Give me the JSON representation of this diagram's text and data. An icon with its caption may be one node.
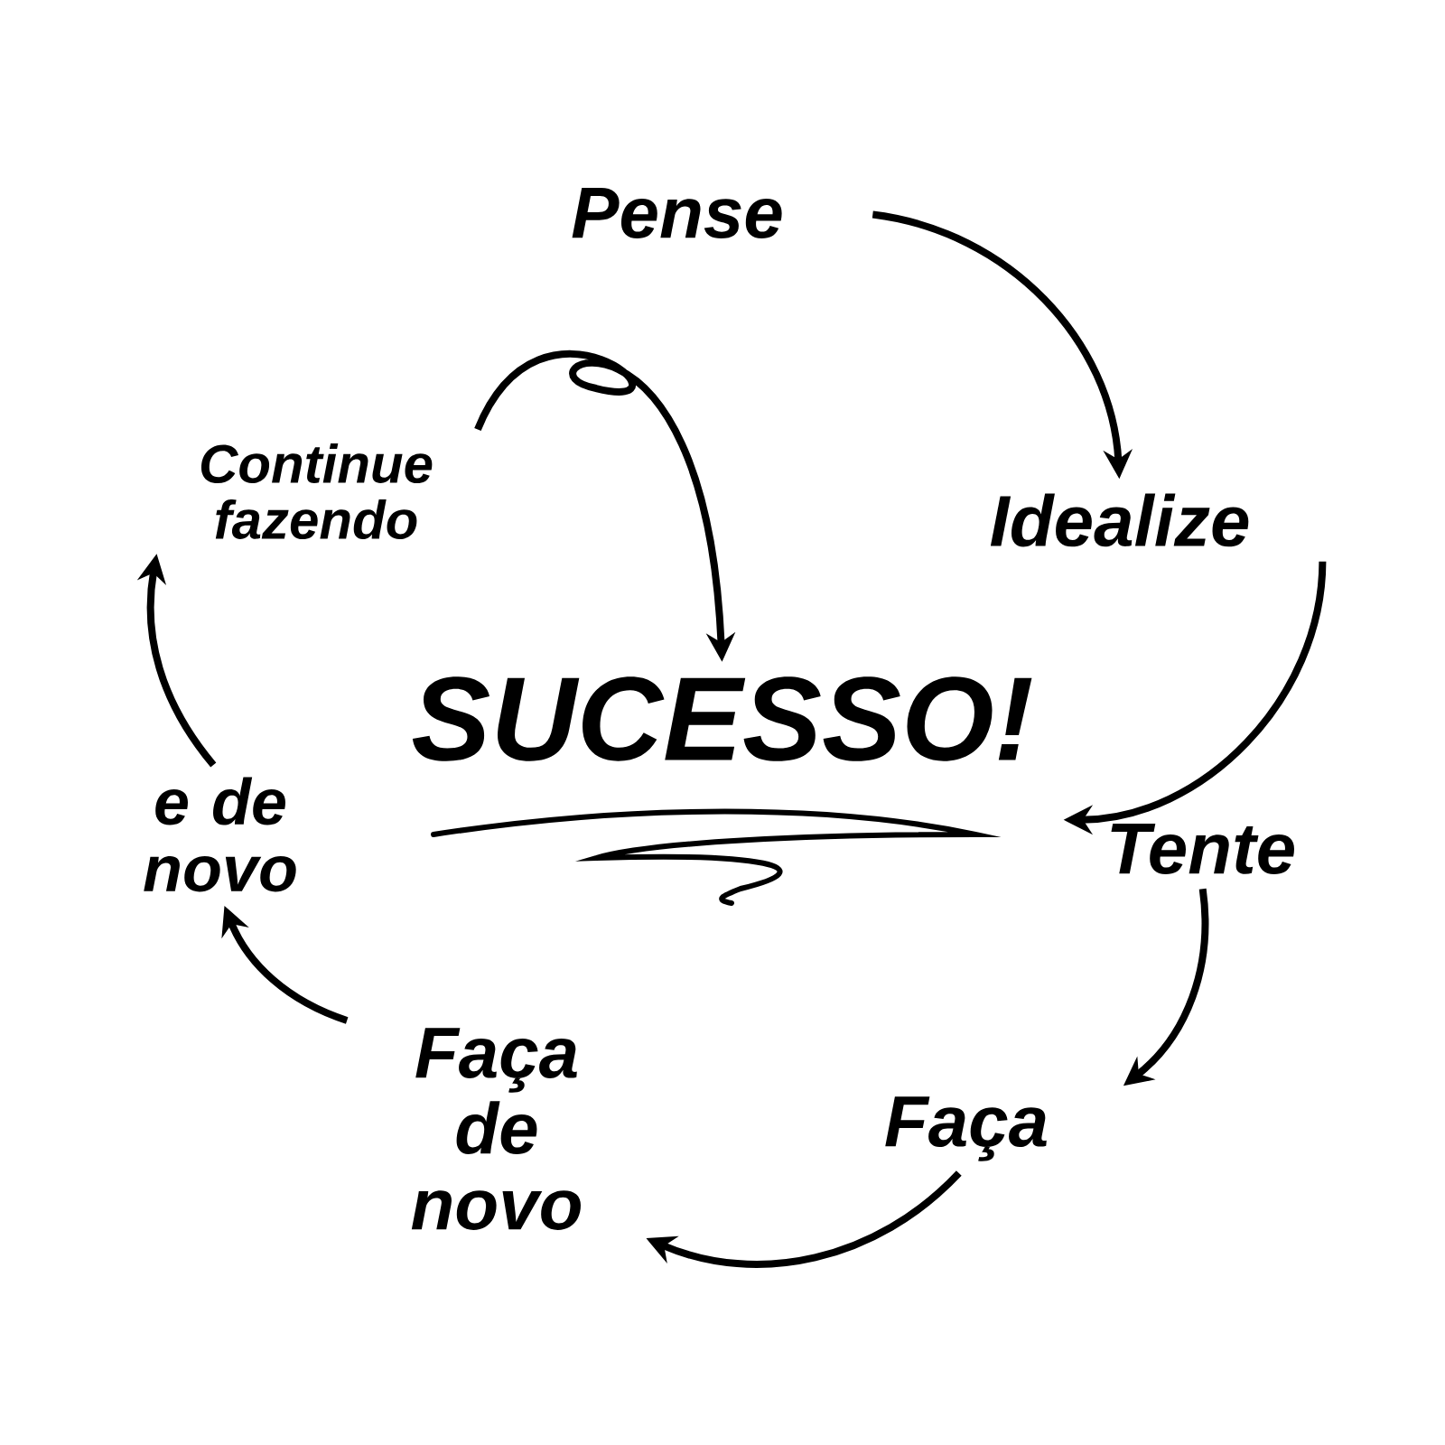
{
  "diagram": {
    "nodes": [
      {
        "text": [
          "Pense"
        ]
      },
      {
        "text": [
          "Idealize"
        ]
      },
      {
        "text": [
          "Tente"
        ]
      },
      {
        "text": [
          "Faça"
        ]
      },
      {
        "text": [
          "Faça de novo"
        ]
      },
      {
        "text": [
          "e de novo"
        ]
      },
      {
        "text": [
          "Continue fazendo"
        ]
      },
      {
        "text": [
          "SUCESSO!"
        ]
      }
    ],
    "edges": [
      {
        "from": 0,
        "to": 1,
        "arrow": "to"
      },
      {
        "from": 1,
        "to": 2,
        "arrow": "to"
      },
      {
        "from": 2,
        "to": 3,
        "arrow": "to"
      },
      {
        "from": 3,
        "to": 4,
        "arrow": "to"
      },
      {
        "from": 4,
        "to": 5,
        "arrow": "to"
      },
      {
        "from": 5,
        "to": 6,
        "arrow": "to"
      },
      {
        "from": 6,
        "to": 7,
        "arrow": "to"
      }
    ]
  }
}
